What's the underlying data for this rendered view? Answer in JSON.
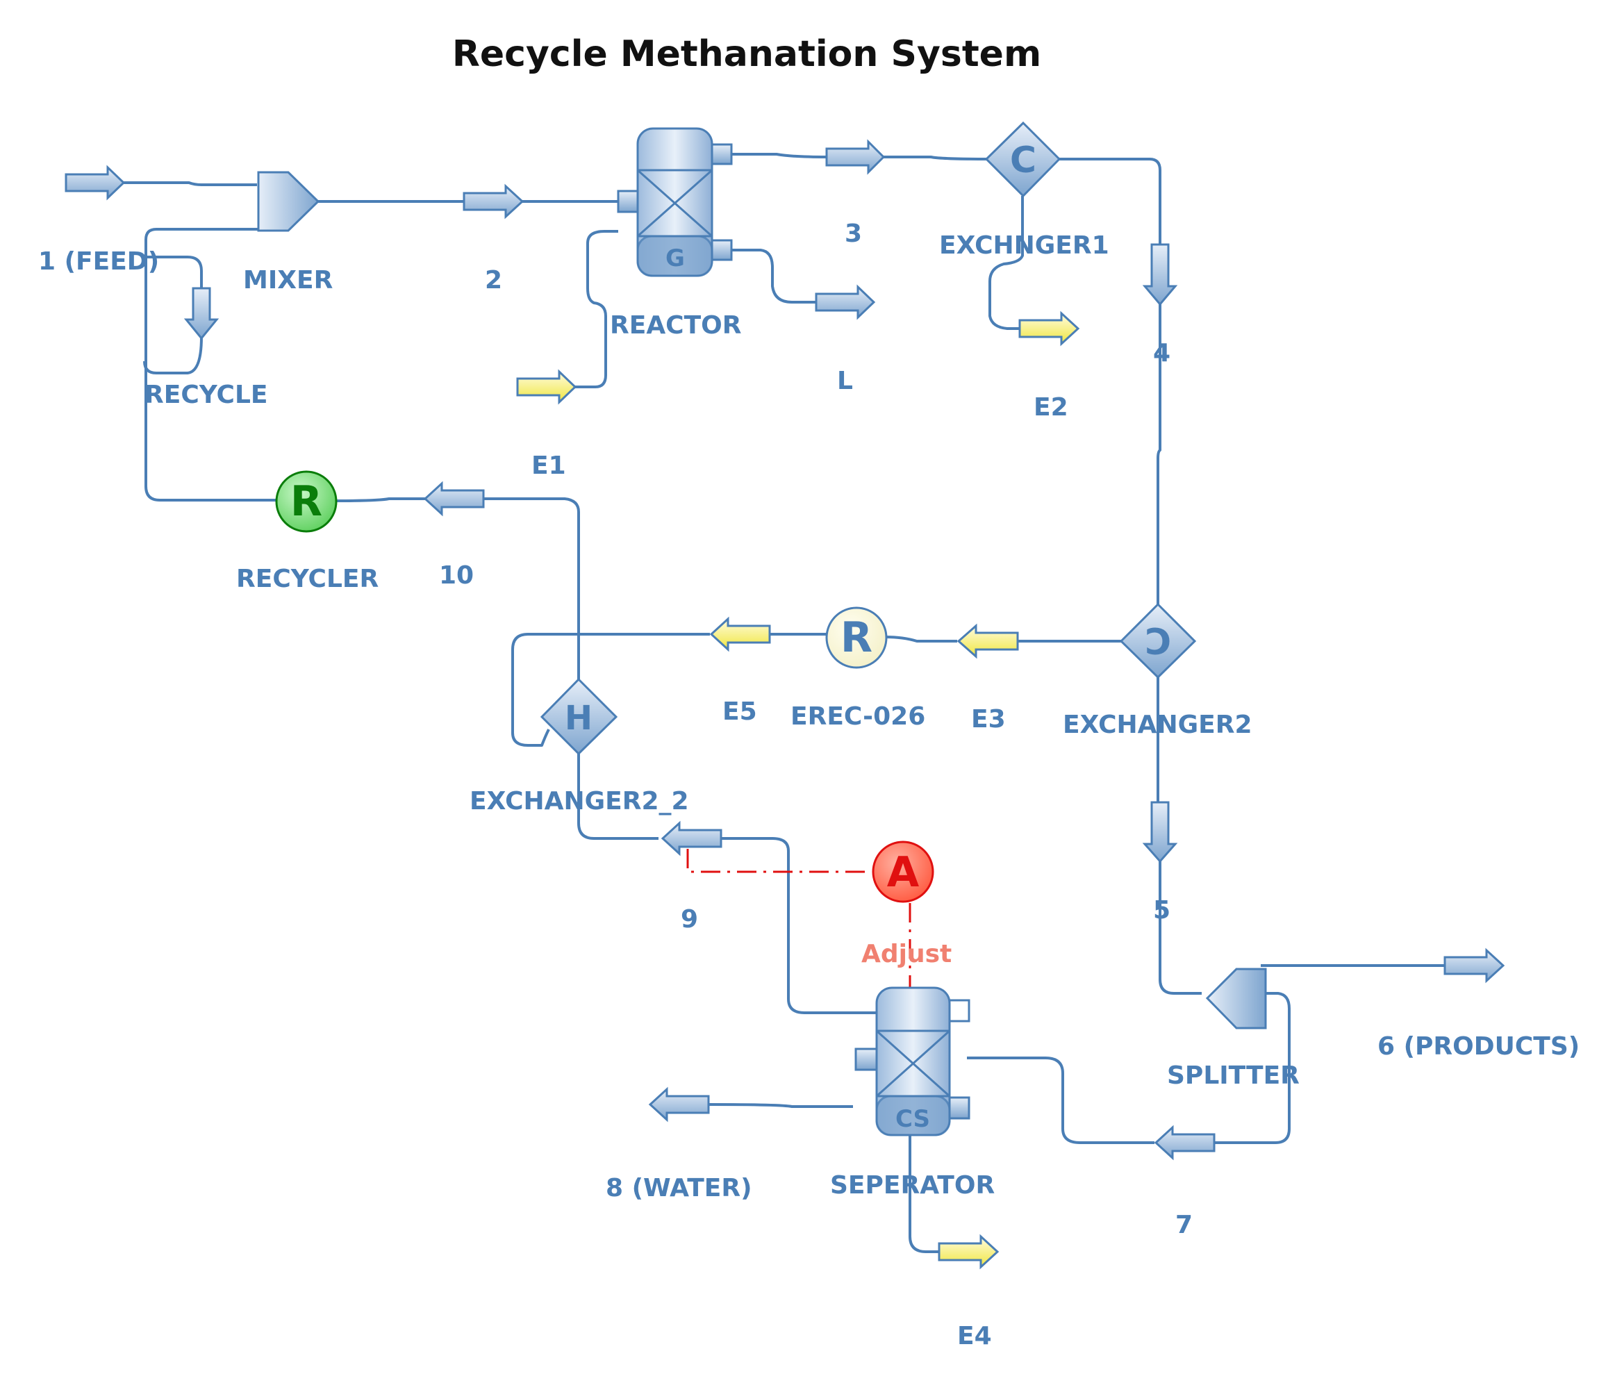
{
  "title": "Recycle Methanation System",
  "colors": {
    "pipe": "#4a7eb5",
    "label": "#4a7eb5",
    "unit_fill": "#b8cfe6",
    "energy_fill": "#f5f07a",
    "recycle_fill": "#7fe07f",
    "recycle_text": "#0a7d0a",
    "adjust_fill": "#ff6f5a",
    "adjust_line": "#e01010",
    "adjust_label": "#f08070",
    "text_dark": "#111111"
  },
  "units": {
    "mixer": "MIXER",
    "reactor": "REACTOR",
    "reactor_glyph": "G",
    "exchanger1": "EXCHNGER1",
    "exchanger1_glyph": "C",
    "exchanger2": "EXCHANGER2",
    "exchanger2_glyph": "C",
    "exchanger2_2": "EXCHANGER2_2",
    "exchanger2_2_glyph": "H",
    "recycler": "RECYCLER",
    "recycler_glyph": "R",
    "erec": "EREC-026",
    "erec_glyph": "R",
    "adjust": "Adjust",
    "adjust_glyph": "A",
    "separator": "SEPERATOR",
    "separator_glyph": "CS",
    "splitter": "SPLITTER"
  },
  "streams": {
    "feed": "1 (FEED)",
    "s2": "2",
    "s3": "3",
    "s4": "4",
    "s5": "5",
    "products": "6 (PRODUCTS)",
    "s7": "7",
    "water": "8 (WATER)",
    "s9": "9",
    "s10": "10",
    "recycle": "RECYCLE",
    "L": "L",
    "E1": "E1",
    "E2": "E2",
    "E3": "E3",
    "E4": "E4",
    "E5": "E5"
  }
}
